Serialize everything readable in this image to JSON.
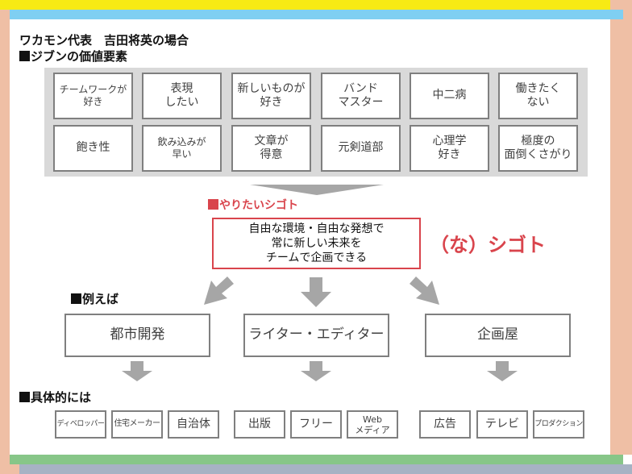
{
  "header": {
    "title": "ワカモン代表　吉田将英の場合",
    "section_values": "ジブンの価値要素"
  },
  "values": [
    [
      "チームワークが\n好き",
      "表現\nしたい",
      "新しいものが\n好き",
      "バンド\nマスター",
      "中二病",
      "働きたく\nない"
    ],
    [
      "飽き性",
      "飲み込みが\n早い",
      "文章が\n得意",
      "元剣道部",
      "心理学\n好き",
      "極度の\n面倒くさがり"
    ]
  ],
  "want": {
    "label": "やりたいシゴト",
    "lines": [
      "自由な環境・自由な発想で",
      "常に新しい未来を",
      "チームで企画できる"
    ],
    "tagline": "（な）シゴト"
  },
  "examples": {
    "label": "例えば",
    "items": [
      "都市開発",
      "ライター・エディター",
      "企画屋"
    ]
  },
  "concrete": {
    "label": "具体的には",
    "groups": [
      [
        "ディベロッパー",
        "住宅メーカー",
        "自治体"
      ],
      [
        "出版",
        "フリー",
        "Web\nメディア"
      ],
      [
        "広告",
        "テレビ",
        "プロダクション"
      ]
    ]
  },
  "colors": {
    "accent_red": "#d9444c",
    "arrow_gray": "#a6a6a6",
    "panel_gray": "#d9d9d9",
    "frame_yellow": "#f7ea14",
    "frame_blue": "#7fcff2",
    "frame_green": "#87c688",
    "frame_peach": "#efbfa5"
  },
  "icons": {
    "section_marker": "black-square-icon",
    "flow_arrow": "arrow-icon"
  }
}
